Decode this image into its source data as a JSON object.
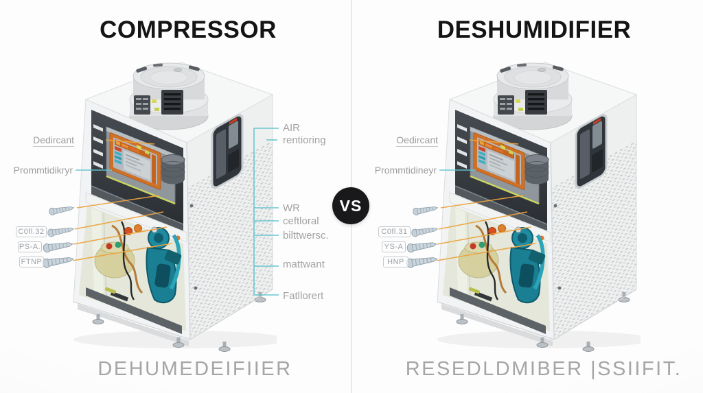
{
  "left": {
    "title": "COMPRESSOR",
    "caption": "DEHUMEDEIFIIER",
    "side_labels": {
      "desiccant": "Dedircant",
      "humidity": "Prommtidikryr",
      "tag1": "C0fl.32",
      "tag2": "PS-A.",
      "tag3": "FTNP"
    },
    "callouts": {
      "air_line1": "AIR",
      "air_line2": "rentioring",
      "wr": "WR",
      "ceftloral": "ceftloral",
      "bilttwersc": "bilttwersc.",
      "mattwant": "mattwant",
      "fatllorert": "Fatllorert"
    }
  },
  "right": {
    "title": "DESHUMIDIFIER",
    "caption": "RESEDLDMIBER |SSIIFIT.",
    "side_labels": {
      "desiccant": "Oedircant",
      "humidity": "Prommtidineyr",
      "tag1": "C0fl.31",
      "tag2": "YS-A",
      "tag3": "HNP"
    }
  },
  "vs_badge": "VS",
  "colors": {
    "leader_orange": "#ECA43F",
    "leader_teal": "#63C4CE",
    "badge_bg": "#19191B",
    "label_gray": "#9D9D9D",
    "title_black": "#141414",
    "machine_teal": "#1B7F94",
    "display_orange": "#CF7127"
  }
}
